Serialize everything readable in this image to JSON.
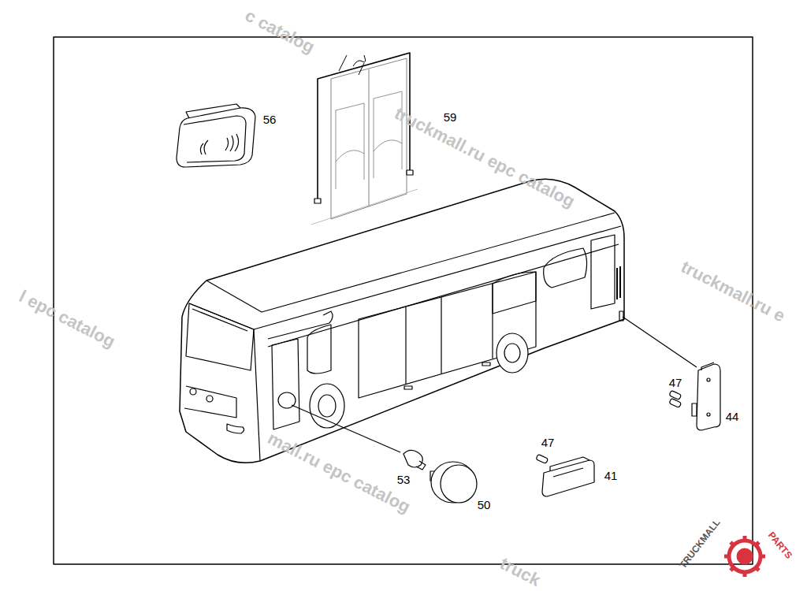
{
  "diagram": {
    "labels": [
      "56",
      "59",
      "47",
      "44",
      "47",
      "41",
      "53",
      "50",
      "c catalog",
      "truckmall.ru epc catalog",
      "truckmall.ru e",
      "l epc catalog",
      "mall.ru epc catalog",
      "truck",
      "TRUCKMALL",
      "PARTS"
    ]
  }
}
